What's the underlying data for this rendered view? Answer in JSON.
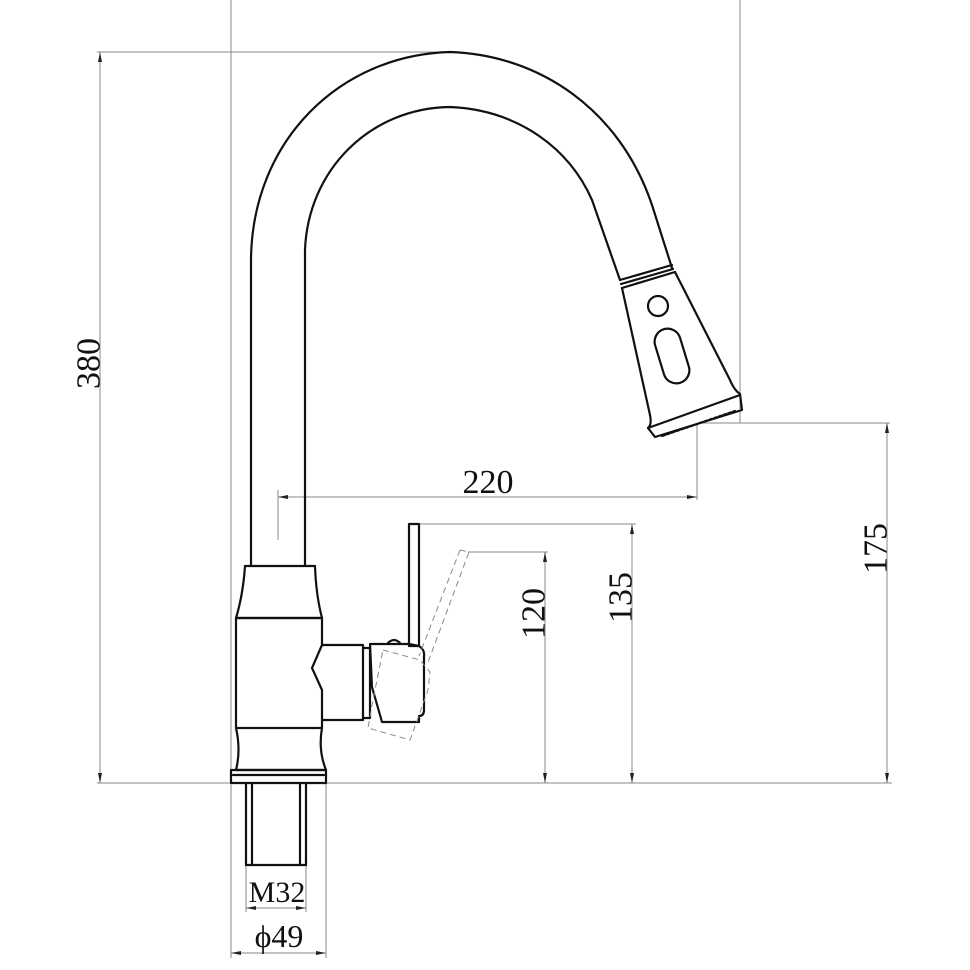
{
  "drawing": {
    "title": "Pull-down kitchen faucet dimension drawing",
    "units": "mm",
    "colors": {
      "outline": "#111111",
      "dimension_line": "#8a8a8a",
      "background": "#ffffff"
    }
  },
  "dimensions": {
    "total_height": {
      "label": "380",
      "value": 380
    },
    "spout_reach": {
      "label": "220",
      "value": 220
    },
    "spout_outlet_height": {
      "label": "175",
      "value": 175
    },
    "handle_height": {
      "label": "135",
      "value": 135
    },
    "handle_open_height": {
      "label": "120",
      "value": 120
    },
    "thread_size": {
      "label": "M32",
      "value": "M32"
    },
    "base_diameter": {
      "label": "ϕ49",
      "value": 49
    }
  },
  "parts": [
    {
      "name": "gooseneck-spout"
    },
    {
      "name": "pull-down-spray-head"
    },
    {
      "name": "faucet-body"
    },
    {
      "name": "lever-handle"
    },
    {
      "name": "lever-handle-open-position"
    },
    {
      "name": "threaded-shank"
    },
    {
      "name": "base-plate"
    }
  ]
}
